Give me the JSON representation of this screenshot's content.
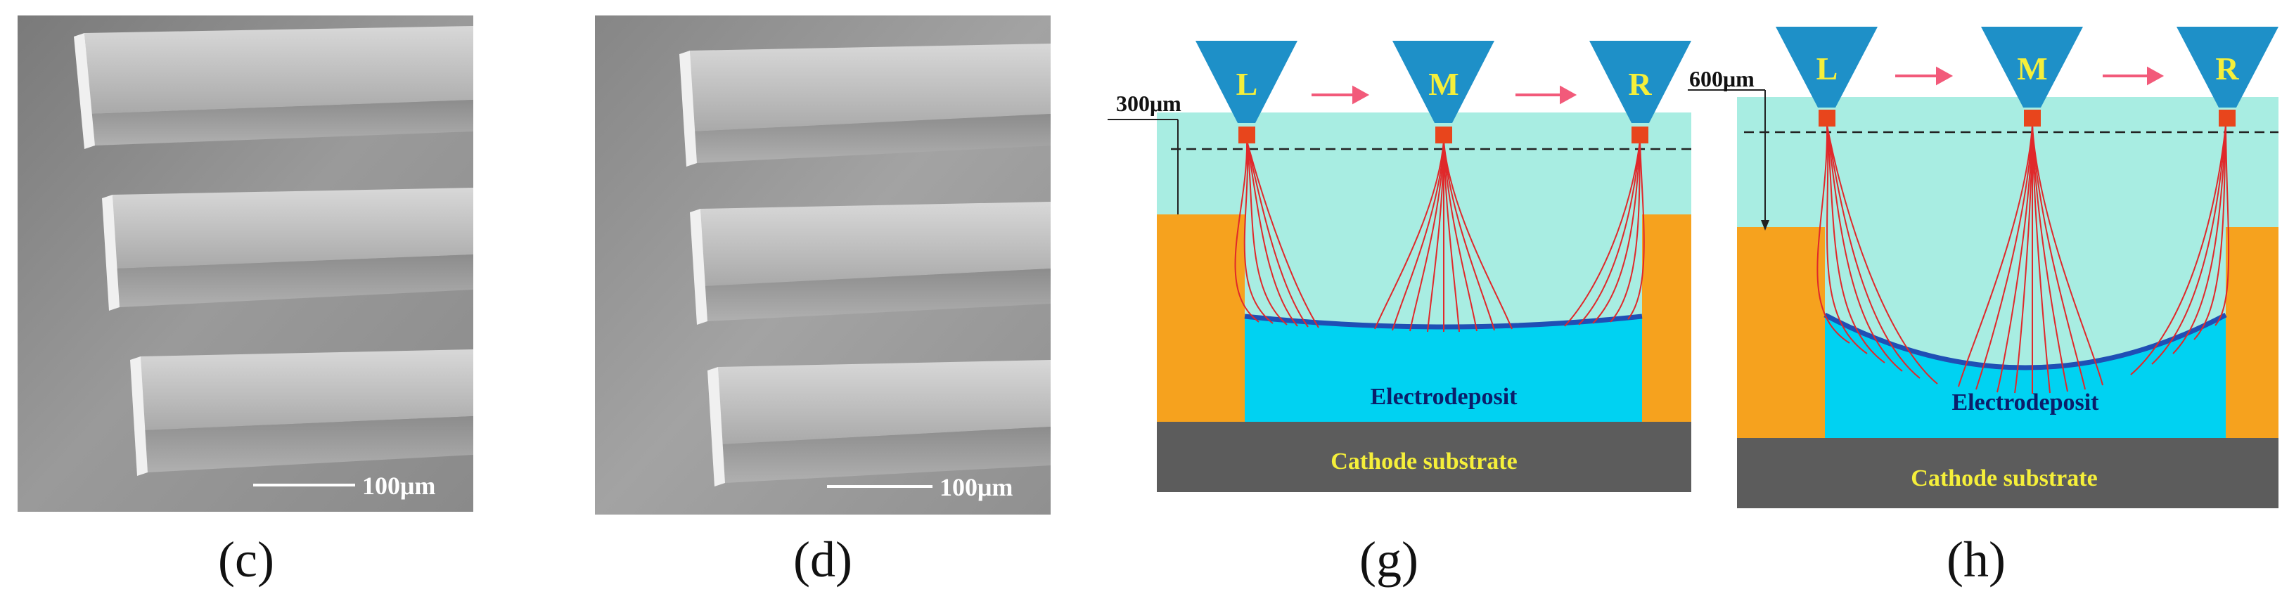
{
  "colors": {
    "nozzle": "#1e90c8",
    "nozzle_letter": "#f5ef3a",
    "arrow": "#f25a7a",
    "electrolyte": "#a8ede2",
    "mask": "#f6a21e",
    "electrodeposit": "#00d2f2",
    "deposit_curve": "#1f4fb5",
    "field_lines": "#e0282a",
    "tip": "#e8451c",
    "substrate": "#5c5c5c",
    "substrate_text": "#f5ef3a"
  },
  "panels": {
    "c": {
      "caption": "(c)",
      "scale_label": "100μm"
    },
    "d": {
      "caption": "(d)",
      "scale_label": "100μm"
    },
    "g": {
      "caption": "(g)",
      "gap_label": "300μm",
      "nozzles": [
        "L",
        "M",
        "R"
      ],
      "deposit_label": "Electrodeposit",
      "substrate_label": "Cathode substrate"
    },
    "h": {
      "caption": "(h)",
      "gap_label": "600μm",
      "nozzles": [
        "L",
        "M",
        "R"
      ],
      "deposit_label": "Electrodeposit",
      "substrate_label": "Cathode substrate"
    }
  }
}
